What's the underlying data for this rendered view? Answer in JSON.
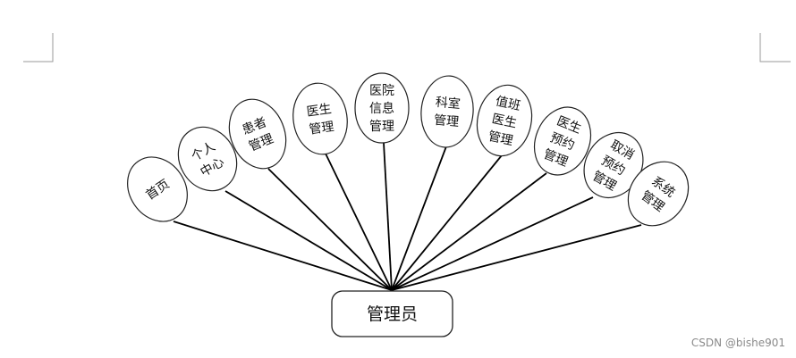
{
  "root": {
    "label": "管理员"
  },
  "modules": [
    {
      "lines": [
        "首页"
      ]
    },
    {
      "lines": [
        "个人",
        "中心"
      ]
    },
    {
      "lines": [
        "患者",
        "管理"
      ]
    },
    {
      "lines": [
        "医生",
        "管理"
      ]
    },
    {
      "lines": [
        "医院",
        "信息",
        "管理"
      ]
    },
    {
      "lines": [
        "科室",
        "管理"
      ]
    },
    {
      "lines": [
        "值班",
        "医生",
        "管理"
      ]
    },
    {
      "lines": [
        "医生",
        "预约",
        "管理"
      ]
    },
    {
      "lines": [
        "取消",
        "预约",
        "管理"
      ]
    },
    {
      "lines": [
        "系统",
        "管理"
      ]
    }
  ],
  "watermark": "CSDN @bishe901",
  "colors": {
    "line": "#000000",
    "oval_stroke": "#222222",
    "watermark": "#8a8a8a"
  }
}
